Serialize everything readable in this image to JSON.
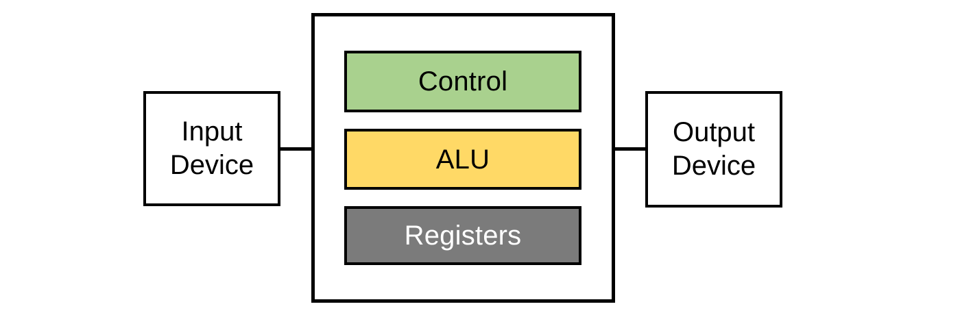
{
  "diagram": {
    "title": "Computer architecture block diagram",
    "type": "block-diagram",
    "background": "#ffffff",
    "stroke": "#000000"
  },
  "devices": {
    "input": {
      "line1": "Input",
      "line2": "Device",
      "fill": "#ffffff",
      "text_color": "#000000"
    },
    "output": {
      "line1": "Output",
      "line2": "Device",
      "fill": "#ffffff",
      "text_color": "#000000"
    }
  },
  "cpu": {
    "label": "",
    "fill": "#ffffff",
    "components": [
      {
        "label": "Control",
        "fill": "#A9D18E",
        "text_color": "#000000"
      },
      {
        "label": "ALU",
        "fill": "#FFD966",
        "text_color": "#000000"
      },
      {
        "label": "Registers",
        "fill": "#7B7B7B",
        "text_color": "#FFFFFF"
      }
    ]
  },
  "connectors": [
    {
      "name": "input-to-cpu",
      "from": "Input Device",
      "to": "CPU",
      "style": "solid-line"
    },
    {
      "name": "cpu-to-output",
      "from": "CPU",
      "to": "Output Device",
      "style": "solid-line"
    }
  ]
}
